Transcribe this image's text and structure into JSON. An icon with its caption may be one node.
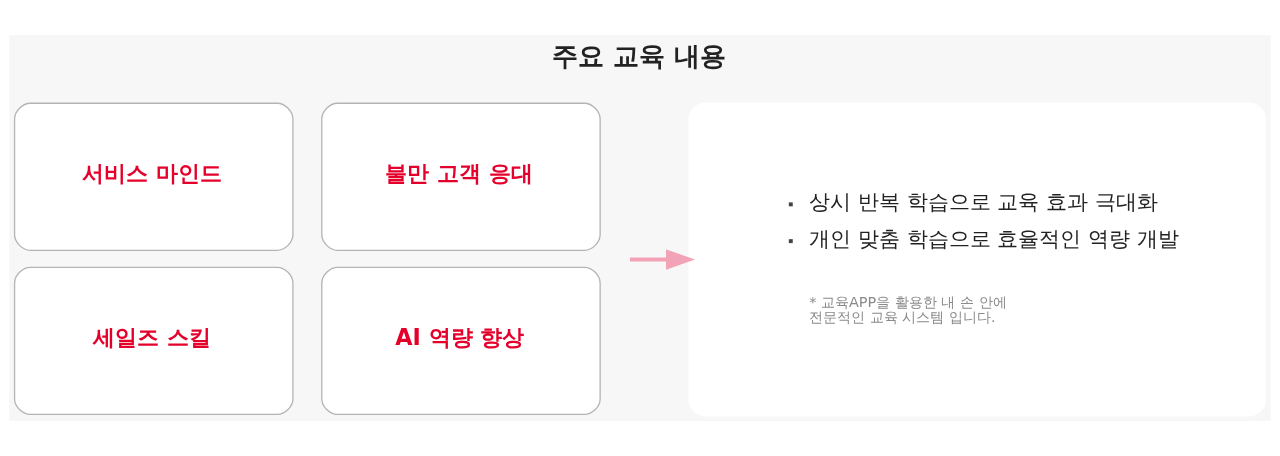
{
  "diagram": {
    "title": "주요 교육 내용",
    "nodes": [
      {
        "text": [
          "서비스 마인드"
        ]
      },
      {
        "text": [
          "불만 고객 응대"
        ]
      },
      {
        "text": [
          "세일즈 스킬"
        ]
      },
      {
        "text": [
          "AI 역량 향상"
        ]
      },
      {
        "text": [
          "상시 반복 학습으로 교육 효과 극대화",
          "개인 맞춤 학습으로 효율적인 역량 개발",
          "* 교육APP을 활용한 내 손 안에 전문적인 교육 시스템 입니다."
        ]
      }
    ],
    "edges": [
      {
        "from": null,
        "to": 4,
        "arrow": "to"
      }
    ]
  }
}
